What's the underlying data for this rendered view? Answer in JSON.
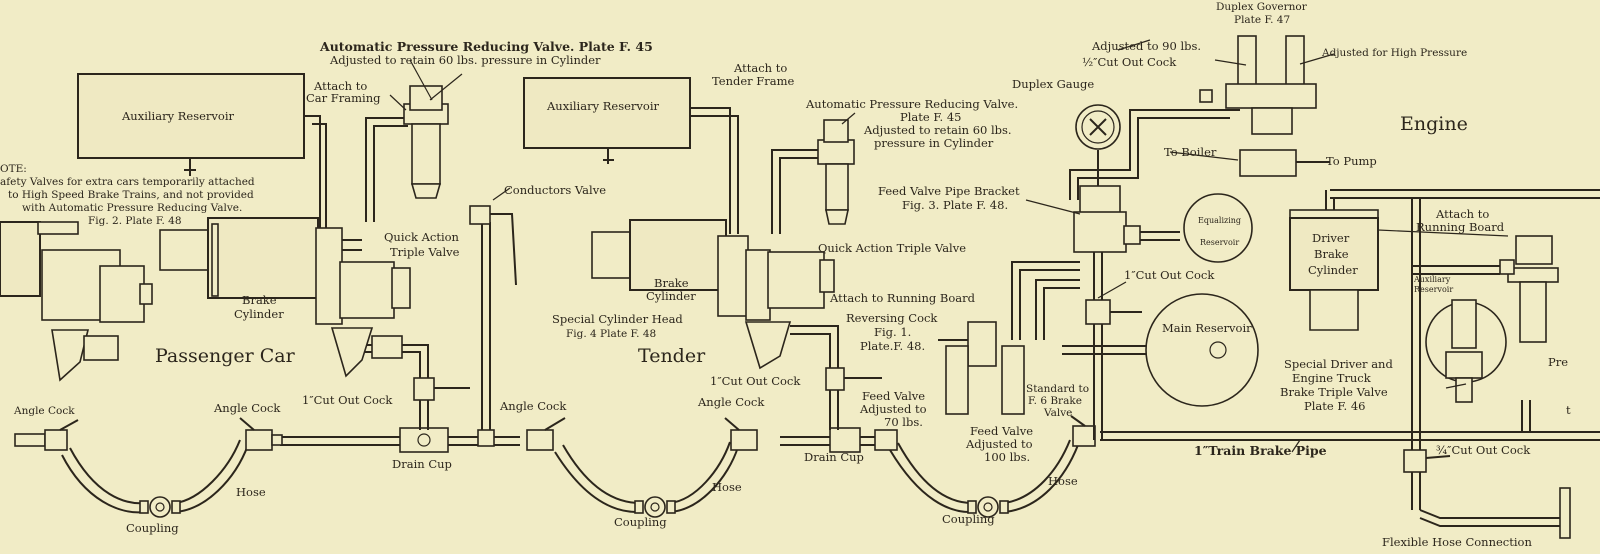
{
  "sections": {
    "passenger_car": "Passenger Car",
    "tender": "Tender",
    "engine": "Engine"
  },
  "note": {
    "title": "OTE:",
    "lines": [
      "afety Valves for extra cars temporarily attached",
      "to High Speed Brake Trains, and not provided",
      "with Automatic Pressure Reducing Valve.",
      "Fig. 2. Plate F. 48"
    ]
  },
  "car": {
    "aux_reservoir": "Auxiliary Reservoir",
    "aux_reservoir_tender": "Auxiliary Reservoir",
    "reducing_valve_top": [
      "Automatic Pressure Reducing Valve. Plate F. 45",
      "Adjusted to retain 60 lbs. pressure in Cylinder"
    ],
    "attach_car_framing": [
      "Attach to",
      "Car Framing"
    ],
    "quick_action_triple": [
      "Quick Action",
      "Triple Valve"
    ],
    "brake_cylinder": [
      "Brake",
      "Cylinder"
    ],
    "conductors_valve": "Conductors Valve",
    "cut_out_cock_1": "1″Cut Out Cock",
    "angle_cock_left": "Angle Cock",
    "angle_cock_mid": "Angle Cock",
    "angle_cock_tender_front": "Angle Cock",
    "angle_cock_tender_rear": "Angle Cock",
    "drain_cup_1": "Drain Cup",
    "drain_cup_2": "Drain Cup",
    "hose_1": "Hose",
    "hose_2": "Hose",
    "hose_3": "Hose",
    "coupling_1": "Coupling",
    "coupling_2": "Coupling",
    "coupling_3": "Coupling"
  },
  "tender": {
    "attach_tender_frame": [
      "Attach to",
      "Tender Frame"
    ],
    "reducing_valve": [
      "Automatic Pressure Reducing Valve.",
      "Plate F. 45",
      "Adjusted to retain 60 lbs.",
      "pressure in Cylinder"
    ],
    "quick_action_triple": "Quick Action Triple Valve",
    "brake_cylinder": [
      "Brake",
      "Cylinder"
    ],
    "special_head": [
      "Special Cylinder Head",
      "Fig. 4  Plate F. 48"
    ],
    "cut_out_cock": "1″Cut Out Cock"
  },
  "engine": {
    "duplex_governor": [
      "Duplex Governor",
      "Plate F. 47"
    ],
    "adjusted_90": "Adjusted to 90 lbs.",
    "cut_out_cock_half": "½″Cut Out Cock",
    "adjusted_high": "Adjusted for High Pressure",
    "duplex_gauge": "Duplex Gauge",
    "to_boiler": "To Boiler",
    "to_pump": "To Pump",
    "feed_valve_bracket": [
      "Feed Valve Pipe Bracket",
      "Fig. 3.  Plate F. 48."
    ],
    "equalizing_reservoir": [
      "Equalizing",
      "Reservoir"
    ],
    "cut_out_cock_1": "1″Cut Out Cock",
    "attach_running_board": "Attach to Running Board",
    "reversing_cock": [
      "Reversing Cock",
      "Fig. 1.",
      "Plate.F. 48."
    ],
    "feed_valve_70": [
      "Feed Valve",
      "Adjusted to",
      "70 lbs."
    ],
    "feed_valve_100": [
      "Feed Valve",
      "Adjusted to",
      "100 lbs."
    ],
    "standard_triple": [
      "Standard to",
      "F. 6 Brake",
      "Valve"
    ],
    "main_reservoir": "Main Reservoir",
    "driver_brake_cylinder": [
      "Driver",
      "Brake",
      "Cylinder"
    ],
    "attach_running_board_2": [
      "Attach to",
      "Running Board"
    ],
    "aux_reservoir_small": [
      "Auxiliary",
      "Reservoir"
    ],
    "special_driver_triple": [
      "Special Driver and",
      "Engine Truck",
      "Brake Triple Valve",
      "Plate F. 46"
    ],
    "train_brake_pipe": "1″Train Brake Pipe",
    "cut_out_cock_3_4": "¾″Cut Out Cock",
    "flexible_hose": "Flexible Hose Connection",
    "pre_fragment": "Pre",
    "t_fragment": "t"
  },
  "colors": {
    "paper": "#f1ecc6",
    "ink": "#2c261c"
  }
}
